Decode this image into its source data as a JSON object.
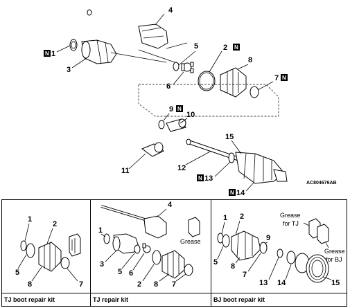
{
  "figure_code": "AC804676AB",
  "new_part_badge": "N",
  "main_labels": {
    "p1": "1",
    "p2": "2",
    "p3": "3",
    "p4": "4",
    "p5": "5",
    "p6": "6",
    "p7": "7",
    "p8": "8",
    "p9": "9",
    "p10": "10",
    "p11": "11",
    "p12": "12",
    "p13": "13",
    "p14": "14",
    "p15": "15"
  },
  "kits": [
    {
      "caption": "TJ boot repair kit",
      "labels": {
        "a": "1",
        "b": "2",
        "c": "5",
        "d": "8",
        "e": "7"
      }
    },
    {
      "caption": "TJ repair kit",
      "labels": {
        "a": "4",
        "b": "1",
        "c": "3",
        "d": "5",
        "e": "6",
        "f": "2",
        "g": "8",
        "h": "7"
      },
      "grease": "Grease"
    },
    {
      "caption": "BJ boot repair kit",
      "labels": {
        "a": "1",
        "b": "2",
        "c": "5",
        "d": "8",
        "e": "9",
        "f": "7",
        "g": "13",
        "h": "14",
        "i": "15"
      },
      "grease_tj_line1": "Grease",
      "grease_tj_line2": "for TJ",
      "grease_bj_line1": "Grease",
      "grease_bj_line2": "for BJ"
    }
  ]
}
